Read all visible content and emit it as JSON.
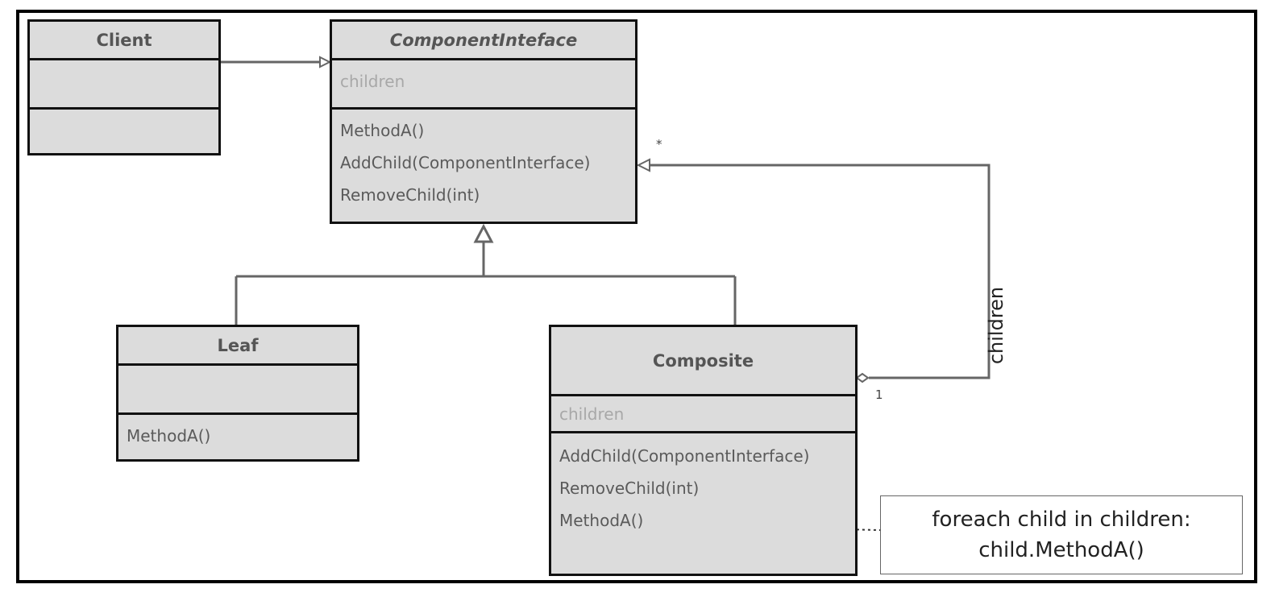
{
  "classes": {
    "client": {
      "name": "Client"
    },
    "component": {
      "name": "ComponentInteface",
      "attributes": [
        "children"
      ],
      "methods": [
        "MethodA()",
        "AddChild(ComponentInterface)",
        "RemoveChild(int)"
      ]
    },
    "leaf": {
      "name": "Leaf",
      "methods": [
        "MethodA()"
      ]
    },
    "composite": {
      "name": "Composite",
      "attributes": [
        "children"
      ],
      "methods": [
        "AddChild(ComponentInterface)",
        "RemoveChild(int)",
        "MethodA()"
      ]
    }
  },
  "relations": {
    "multiplicity_many": "*",
    "multiplicity_one": "1",
    "role_label": "children"
  },
  "note": {
    "line1": "foreach child in children:",
    "line2": "child.MethodA()"
  }
}
